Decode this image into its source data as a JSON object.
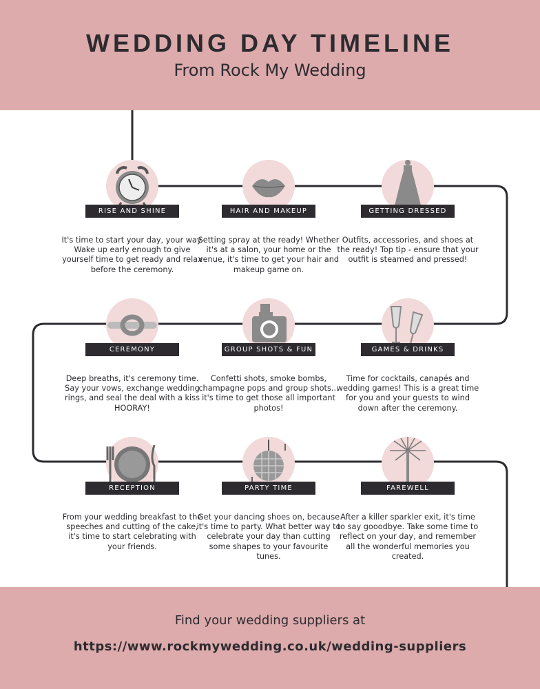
{
  "header": {
    "title": "WEDDING DAY TIMELINE",
    "subtitle": "From Rock My Wedding"
  },
  "steps": [
    {
      "label": "RISE AND SHINE",
      "icon": "alarm-clock-icon",
      "text": "It's time to start your day, your way. Wake up early enough to give yourself time to get ready and relax before the ceremony."
    },
    {
      "label": "HAIR AND MAKEUP",
      "icon": "lips-icon",
      "text": "Setting spray at the ready! Whether it's at a salon, your home or the venue, it's time to get your hair and makeup game on."
    },
    {
      "label": "GETTING DRESSED",
      "icon": "dress-icon",
      "text": "Outfits, accessories, and shoes at the ready! Top tip - ensure that your outfit is steamed and pressed!"
    },
    {
      "label": "CEREMONY",
      "icon": "knot-icon",
      "text": "Deep breaths, it's ceremony time. Say your vows, exchange wedding rings, and seal the deal with a kiss HOORAY!"
    },
    {
      "label": "GROUP SHOTS & FUN",
      "icon": "camera-icon",
      "text": "Confetti shots, smoke bombs, champagne pops and group shots... it's time to get those all important photos!"
    },
    {
      "label": "GAMES & DRINKS",
      "icon": "champagne-glasses-icon",
      "text": "Time for cocktails, canapés and wedding games! This is a great time for you and your guests to wind down after the ceremony."
    },
    {
      "label": "RECEPTION",
      "icon": "plate-cutlery-icon",
      "text": "From your wedding breakfast to the speeches and cutting of the cake, it's time to start celebrating with your friends."
    },
    {
      "label": "PARTY TIME",
      "icon": "disco-ball-icon",
      "text": "Get your dancing shoes on, because it's time to party. What better way to celebrate your day than cutting some shapes to your favourite tunes."
    },
    {
      "label": "FAREWELL",
      "icon": "sparkler-icon",
      "text": "After a killer sparkler exit, it's time to say gooodbye. Take some time to reflect on your day, and remember all the wonderful memories you created."
    }
  ],
  "footer": {
    "line1": "Find your wedding suppliers at",
    "url": "https://www.rockmywedding.co.uk/wedding-suppliers"
  },
  "colors": {
    "banner": "#ddabac",
    "dark": "#2d2b30",
    "circle": "#f2d9da",
    "icon": "#8a8a8a"
  }
}
